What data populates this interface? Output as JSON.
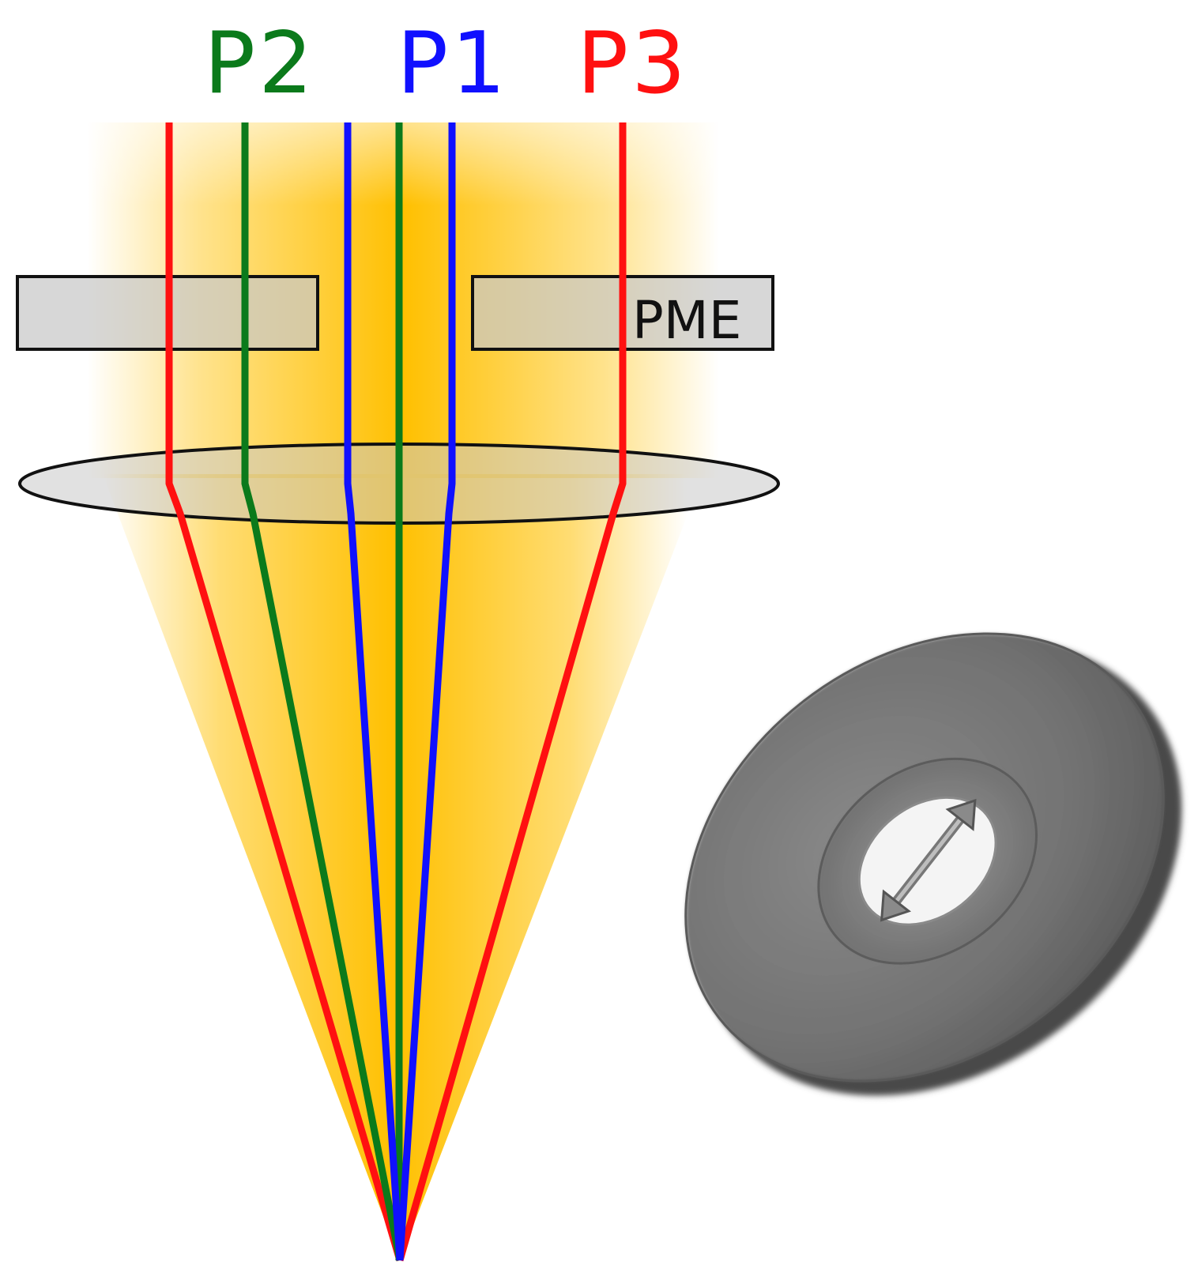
{
  "labels": {
    "p1": "P1",
    "p2": "P2",
    "p3": "P3",
    "pme": "PME"
  },
  "colors": {
    "p1": "#1010ff",
    "p2": "#0b7a1b",
    "p3": "#ff1010",
    "beam": "#ffc000",
    "element": "#c8c8c8",
    "outline": "#111111",
    "disk": "#6f6f6f"
  }
}
